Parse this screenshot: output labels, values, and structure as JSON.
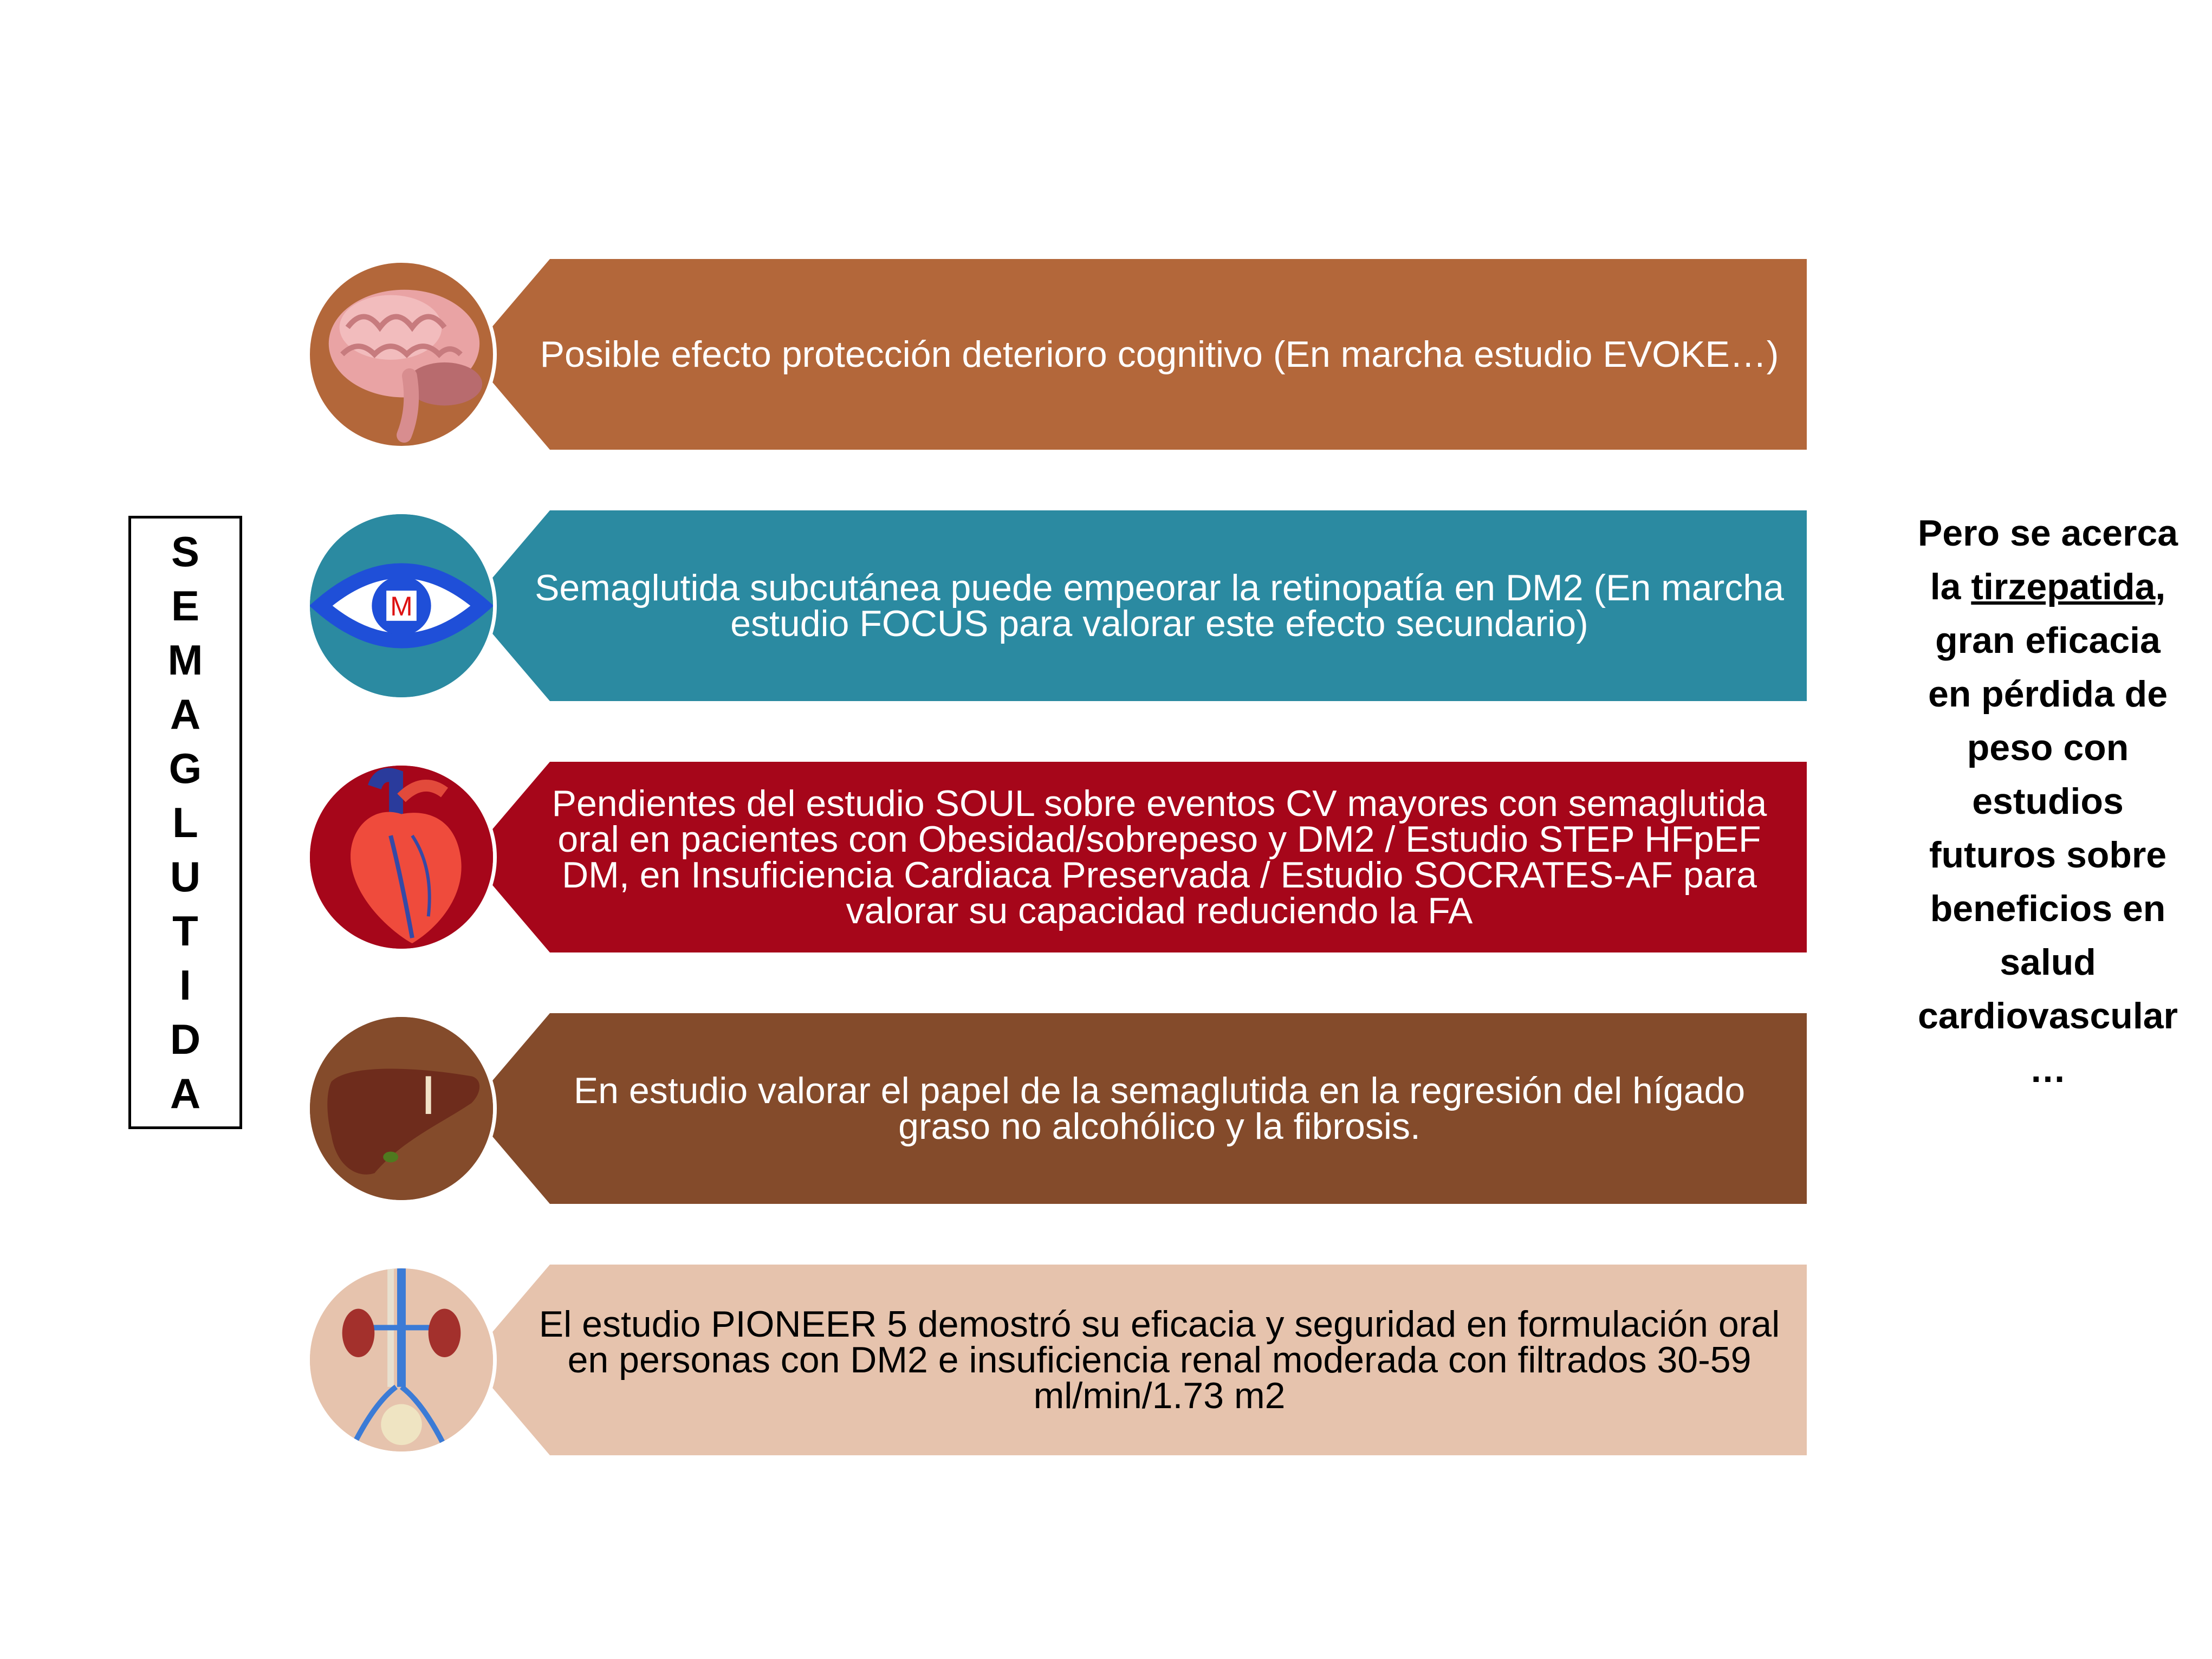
{
  "vertical_label": [
    "S",
    "E",
    "M",
    "A",
    "G",
    "L",
    "U",
    "T",
    "I",
    "D",
    "A"
  ],
  "rows": [
    {
      "text": "Posible efecto protección deterioro cognitivo (En marcha estudio EVOKE…)",
      "color": "#B3673A",
      "text_color": "#FFFFFF",
      "icon": "brain-icon"
    },
    {
      "text": "Semaglutida subcutánea puede empeorar la retinopatía en DM2 (En marcha estudio FOCUS para valorar este efecto secundario)",
      "color": "#2B8AA1",
      "text_color": "#FFFFFF",
      "icon": "eye-icon"
    },
    {
      "text": "Pendientes del estudio SOUL sobre eventos CV mayores con semaglutida oral en pacientes con Obesidad/sobrepeso y DM2 / Estudio STEP HFpEF DM, en Insuficiencia Cardiaca Preservada / Estudio SOCRATES-AF para valorar su capacidad reduciendo la FA",
      "color": "#A6061A",
      "text_color": "#FFFFFF",
      "icon": "heart-icon"
    },
    {
      "text": "En estudio valorar el papel de la semaglutida en la regresión del hígado graso no alcohólico y la fibrosis.",
      "color": "#844B2B",
      "text_color": "#FFFFFF",
      "icon": "liver-icon"
    },
    {
      "text": "El estudio PIONEER 5 demostró su eficacia y seguridad en formulación oral en personas con DM2 e insuficiencia renal moderada con filtrados 30-59 ml/min/1.73 m2",
      "color": "#E6C3AD",
      "text_color": "#000000",
      "icon": "kidney-icon"
    }
  ],
  "eye_letter": "M",
  "aside": {
    "line1": "Pero se acerca",
    "line2_prefix": "la ",
    "line2_underlined": "tirzepatida",
    "line2_suffix": ",",
    "rest": [
      "gran eficacia",
      "en pérdida de",
      "peso con",
      "estudios",
      "futuros sobre",
      "beneficios en",
      "salud",
      "cardiovascular",
      "…"
    ]
  }
}
